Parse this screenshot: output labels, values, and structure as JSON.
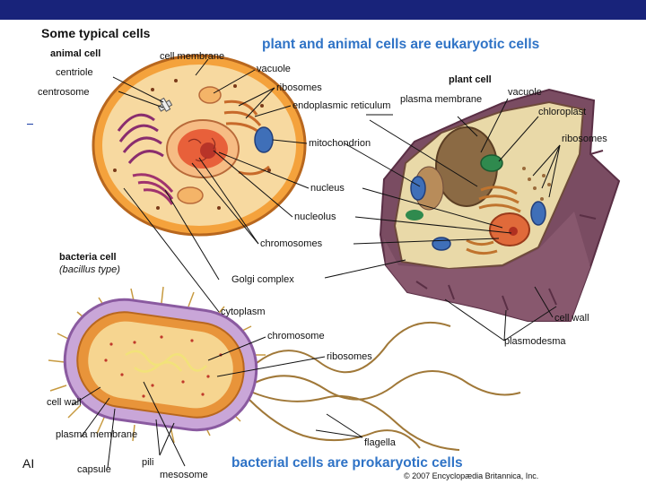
{
  "slide": {
    "footer_text": "AI",
    "colors": {
      "top_bar": "#18237a",
      "headline_blue": "#2f73c6"
    }
  },
  "diagram": {
    "figure_title": "Some typical cells",
    "headline_eukaryotic": "plant and animal cells are eukaryotic cells",
    "headline_prokaryotic": "bacterial cells are prokaryotic cells",
    "copyright": "© 2007 Encyclopædia Britannica, Inc.",
    "animal": {
      "title": "animal cell",
      "labels": {
        "cell_membrane": "cell membrane",
        "centriole": "centriole",
        "centrosome": "centrosome",
        "vacuole": "vacuole",
        "ribosomes": "ribosomes",
        "er": "endoplasmic reticulum",
        "mitochondrion": "mitochondrion",
        "nucleus": "nucleus",
        "nucleolus": "nucleolus",
        "chromosomes": "chromosomes",
        "golgi": "Golgi complex",
        "cytoplasm": "cytoplasm"
      }
    },
    "plant": {
      "title": "plant cell",
      "labels": {
        "plasma_membrane": "plasma membrane",
        "vacuole": "vacuole",
        "chloroplast": "chloroplast",
        "ribosomes": "ribosomes",
        "cell_wall": "cell wall",
        "plasmodesma": "plasmodesma"
      }
    },
    "bacteria": {
      "title": "bacteria cell",
      "subtitle": "(bacillus type)",
      "labels": {
        "chromosome": "chromosome",
        "ribosomes": "ribosomes",
        "cell_wall": "cell wall",
        "plasma_membrane": "plasma membrane",
        "capsule": "capsule",
        "pili": "pili",
        "mesosome": "mesosome",
        "flagella": "flagella"
      }
    }
  }
}
